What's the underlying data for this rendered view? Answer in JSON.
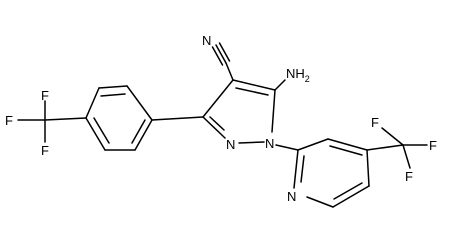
{
  "molecule": {
    "atoms": {
      "N_nitrile": "N",
      "amino": {
        "main": "NH",
        "sub": "2"
      },
      "N_pyrazole_2": "N",
      "N_pyrazole_1": "N",
      "N_pyridine": "N",
      "F_left_top": "F",
      "F_left_mid": "F",
      "F_left_bottom": "F",
      "F_right_top": "F",
      "F_right_mid": "F",
      "F_right_bottom": "F"
    }
  }
}
